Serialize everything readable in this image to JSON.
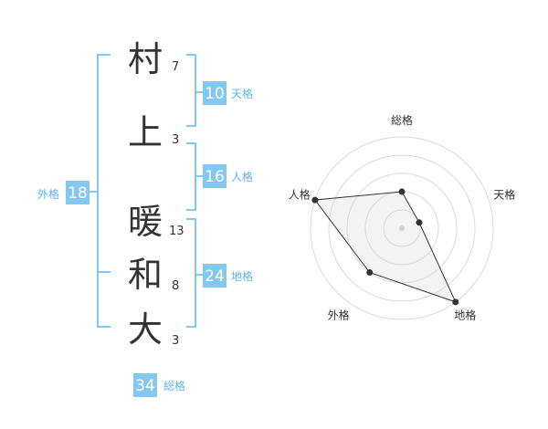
{
  "name_chars": [
    {
      "char": "村",
      "strokes": "7"
    },
    {
      "char": "上",
      "strokes": "3"
    },
    {
      "char": "暖",
      "strokes": "13"
    },
    {
      "char": "和",
      "strokes": "8"
    },
    {
      "char": "大",
      "strokes": "3"
    }
  ],
  "fortunes": {
    "tenkaku": {
      "value": "10",
      "label": "天格"
    },
    "jinkaku": {
      "value": "16",
      "label": "人格"
    },
    "chikaku": {
      "value": "24",
      "label": "地格"
    },
    "gaikaku": {
      "value": "18",
      "label": "外格"
    },
    "soukaku": {
      "value": "34",
      "label": "総格"
    }
  },
  "colors": {
    "accent": "#83c8f0",
    "accent_text": "#5bb4e8",
    "text": "#333333",
    "grid": "#d9d9d9"
  },
  "chart_data": {
    "type": "radar",
    "axes": [
      "総格",
      "天格",
      "地格",
      "外格",
      "人格"
    ],
    "values": [
      2,
      1,
      5,
      3,
      5
    ],
    "rlim": [
      0,
      5
    ]
  }
}
